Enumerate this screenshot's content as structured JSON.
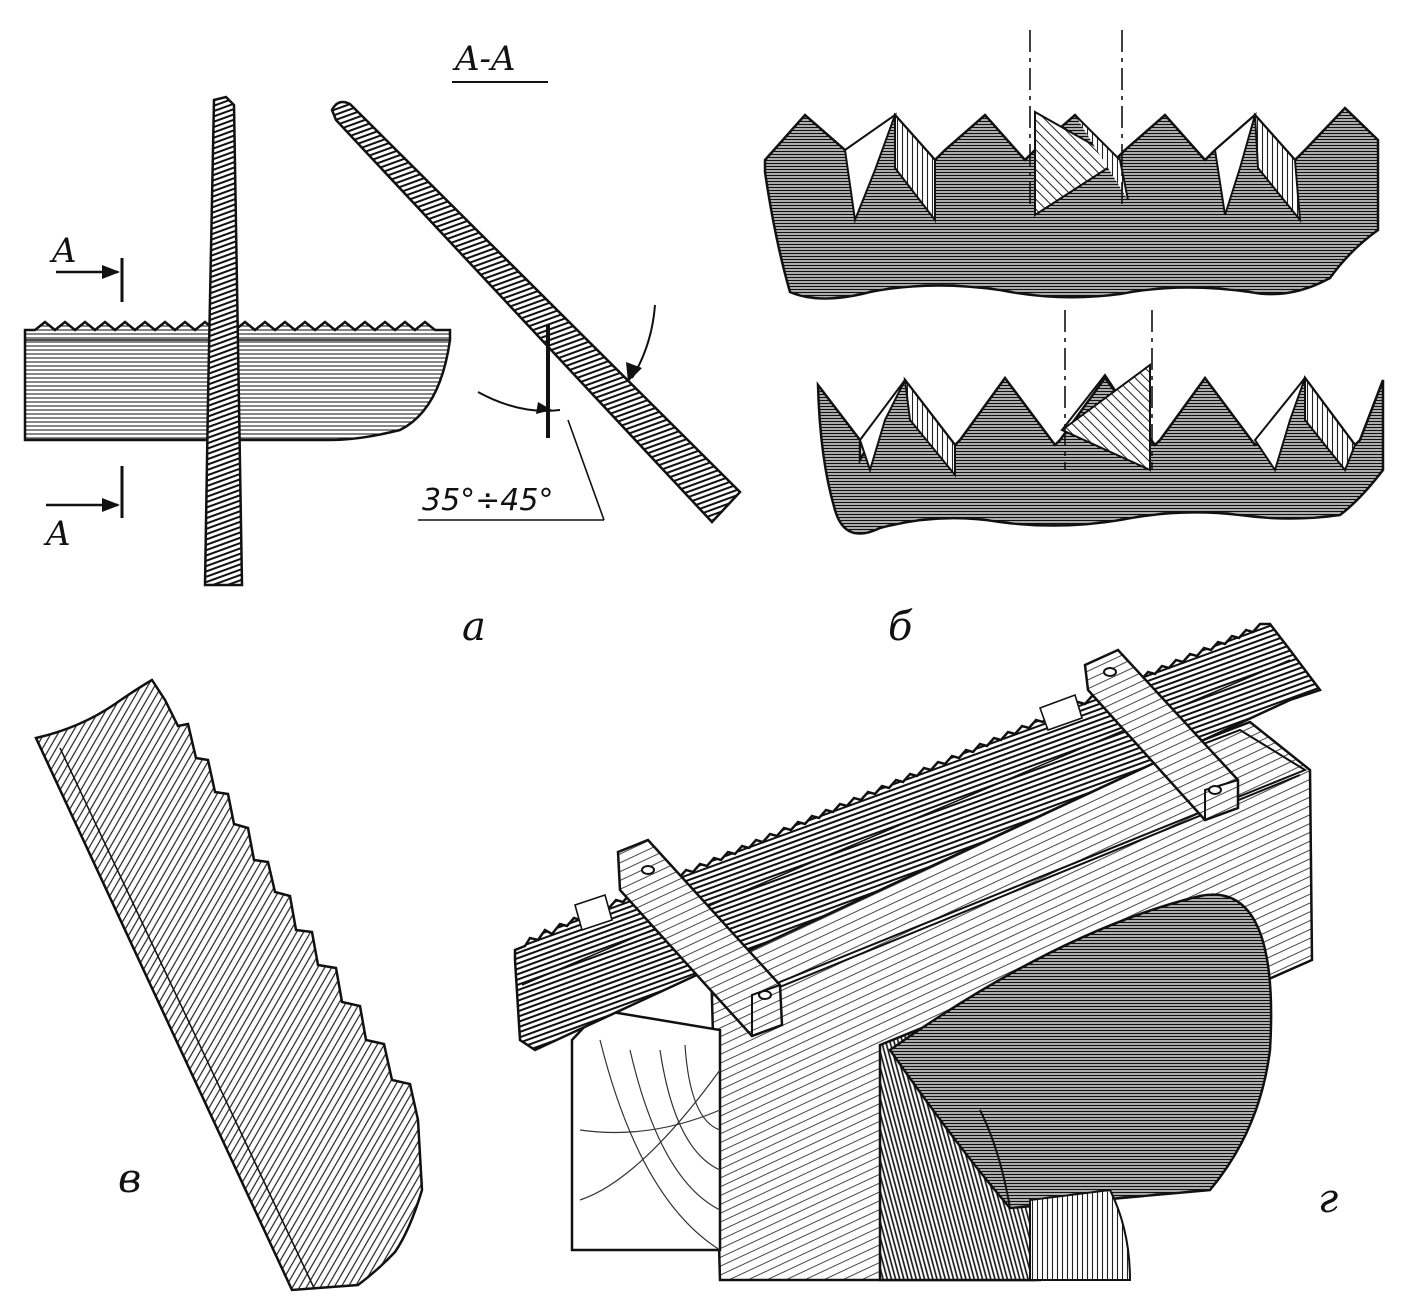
{
  "section": {
    "title": "A-A",
    "marker_top": "A",
    "marker_bottom": "A"
  },
  "angle": {
    "text": "35°÷45°"
  },
  "panels": {
    "a": "а",
    "b": "б",
    "v": "в",
    "g": "г"
  },
  "colors": {
    "ink": "#111111",
    "paper": "#ffffff"
  }
}
